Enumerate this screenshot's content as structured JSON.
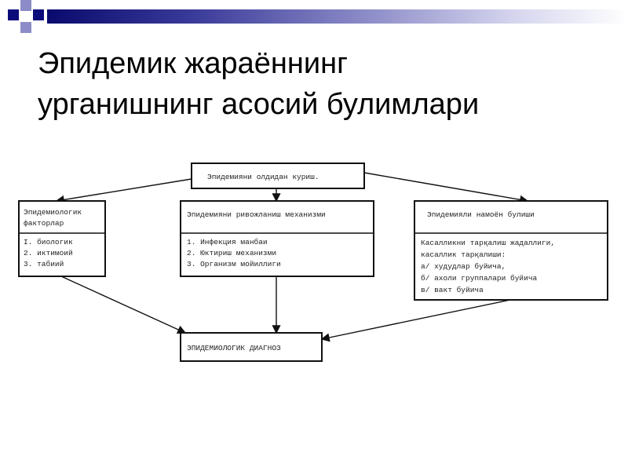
{
  "title": {
    "line1": "Эпидемик жараённинг",
    "line2": "урганишнинг асосий булимлари"
  },
  "diagram": {
    "top_box": "Эпидемияни олдидан куриш.",
    "left_box": {
      "header": [
        "Эпидемиологик",
        "факторлар"
      ],
      "items": [
        "I. биологик",
        "2. иктимоий",
        "3. табиий"
      ]
    },
    "middle_box": {
      "header": [
        "Эпидемияни ривожланиш механизми"
      ],
      "items": [
        "1. Инфекция манбаи",
        "2. Юктириш механизми",
        "3. Организм мойиллиги"
      ]
    },
    "right_box": {
      "header": [
        "Эпидемияли намоён булиши"
      ],
      "items": [
        "Касалликни тарқалиш жадаллиги,",
        "касаллик тарқалиши:",
        "а/ худудлар буйича,",
        "б/ ахоли группалари буйича",
        "в/ вакт буйича"
      ]
    },
    "bottom_box": "ЭПИДЕМИОЛОГИК  ДИАГНОЗ"
  }
}
